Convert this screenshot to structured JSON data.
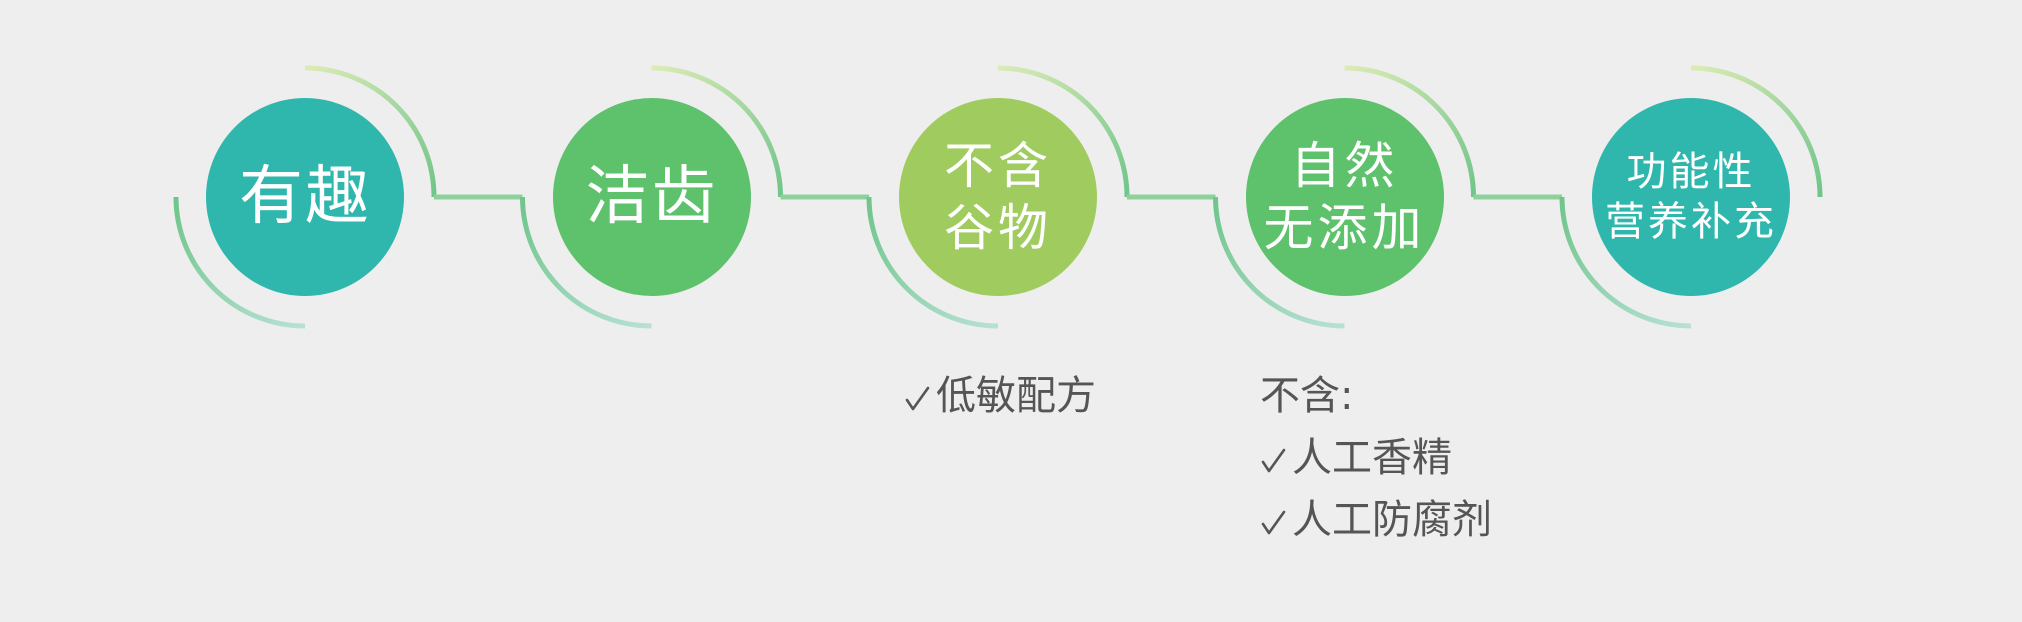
{
  "colors": {
    "teal": "#2fb7ad",
    "green": "#5ec16c",
    "lime": "#a0cc5f",
    "arc_light": "#c9e3a6",
    "arc_mid": "#7ec98c",
    "arc_teal": "#9ad6c6",
    "note_text": "#555555"
  },
  "steps": [
    {
      "lines": [
        "有趣"
      ],
      "color": "teal",
      "size": "big"
    },
    {
      "lines": [
        "洁齿"
      ],
      "color": "green",
      "size": "big"
    },
    {
      "lines": [
        "不含",
        "谷物"
      ],
      "color": "lime",
      "size": "mid"
    },
    {
      "lines": [
        "自然",
        "无添加"
      ],
      "color": "green",
      "size": "mid"
    },
    {
      "lines": [
        "功能性",
        "营养补充"
      ],
      "color": "teal",
      "size": "small"
    }
  ],
  "notes": [
    {
      "step": 2,
      "heading": "",
      "items": [
        "低敏配方"
      ]
    },
    {
      "step": 3,
      "heading": "不含:",
      "items": [
        "人工香精",
        "人工防腐剂"
      ]
    }
  ],
  "check_icon": "check-mark-icon"
}
